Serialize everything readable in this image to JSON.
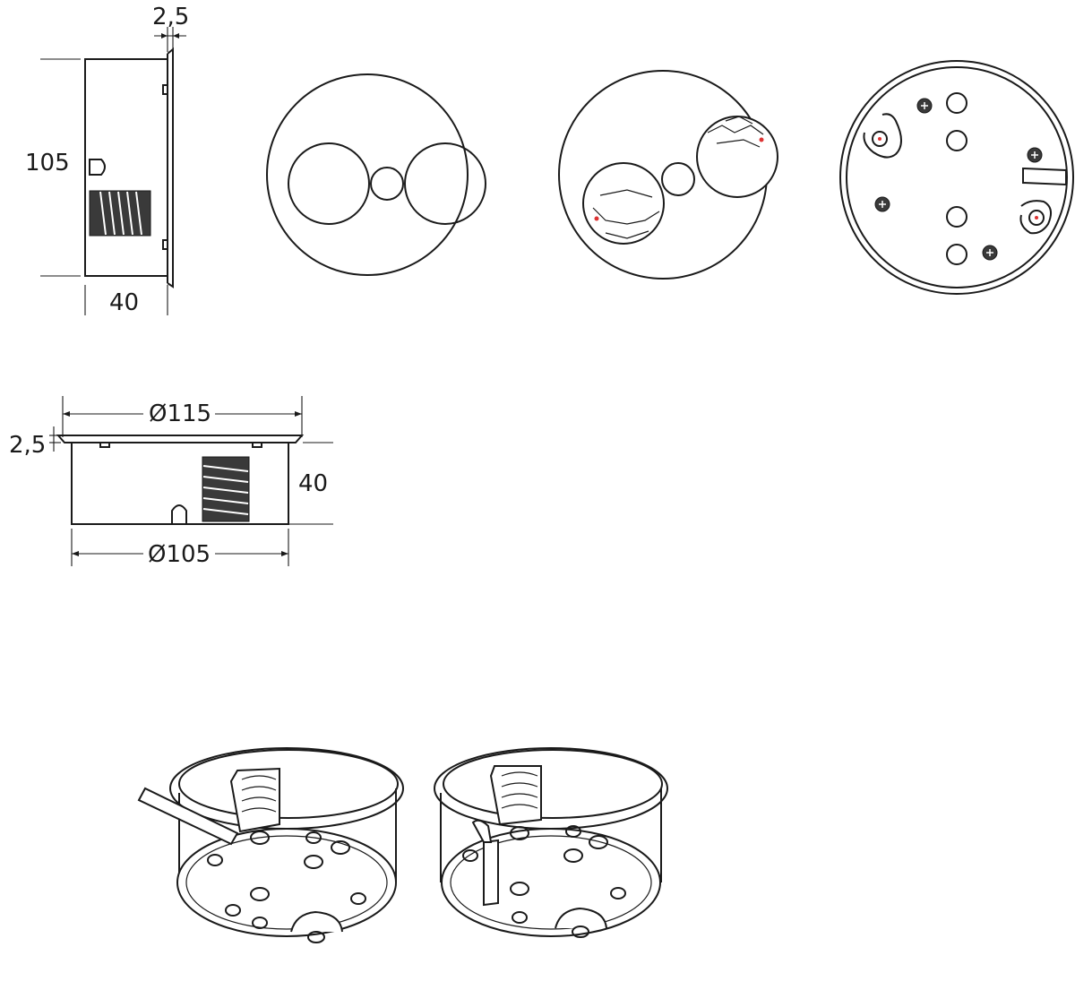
{
  "dimensions": {
    "side_view": {
      "flange_thickness": "2,5",
      "height": "105",
      "depth": "40"
    },
    "front_view": {
      "flange_diameter": "Ø115",
      "flange_thickness": "2,5",
      "depth": "40",
      "body_diameter": "Ø105"
    }
  },
  "colors": {
    "line": "#1a1a1a",
    "accent": "#d33"
  }
}
